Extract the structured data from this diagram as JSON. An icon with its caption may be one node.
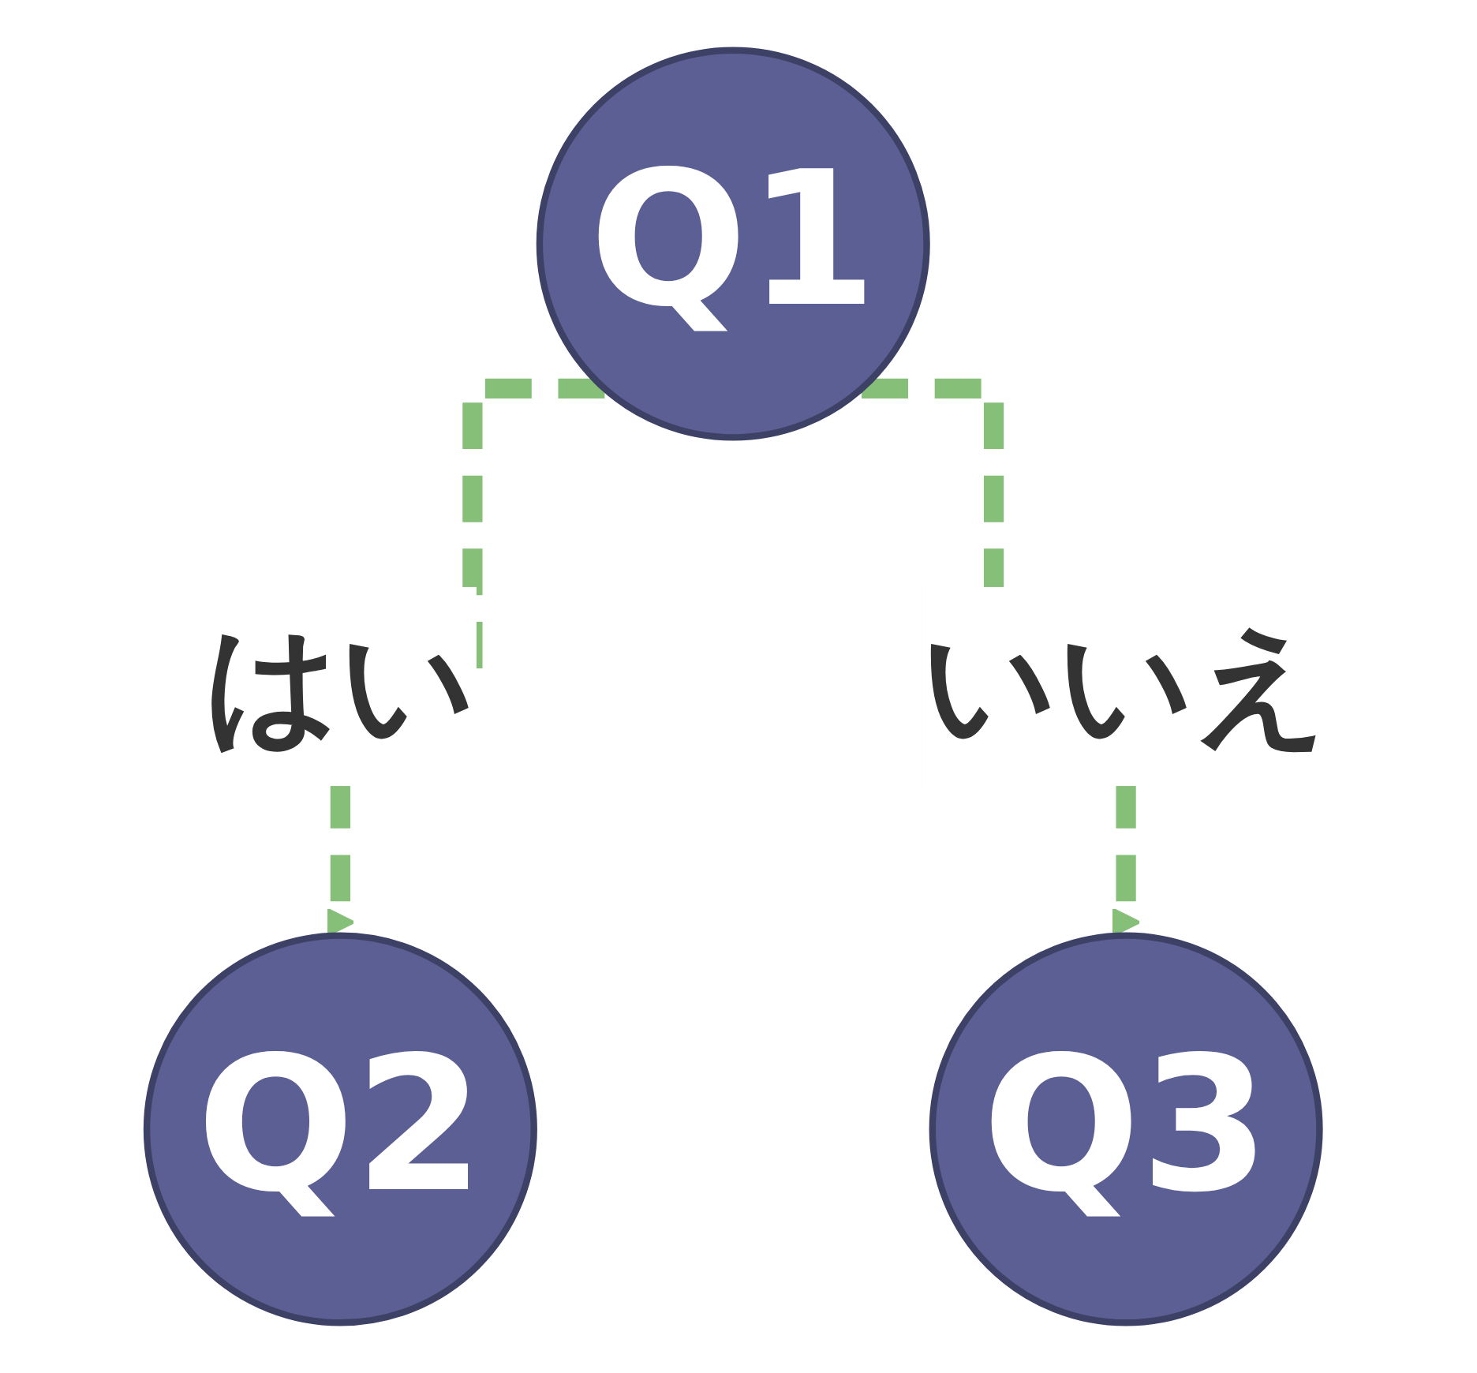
{
  "diagram": {
    "nodes": [
      {
        "text": [
          "Q1"
        ]
      },
      {
        "text": [
          "Q2"
        ]
      },
      {
        "text": [
          "Q3"
        ]
      }
    ],
    "edges": [
      {
        "from": 0,
        "to": 1,
        "arrow": "to",
        "label": "はい",
        "style": "dashed"
      },
      {
        "from": 0,
        "to": 2,
        "arrow": "to",
        "label": "いいえ",
        "style": "dashed"
      }
    ]
  }
}
